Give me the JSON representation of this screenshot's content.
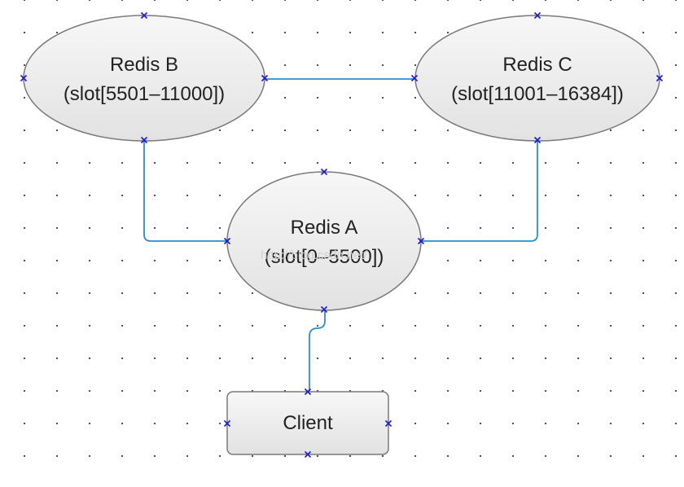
{
  "diagram": {
    "nodes": {
      "redis_b": {
        "title": "Redis B",
        "subtitle": "(slot[5501–11000])"
      },
      "redis_c": {
        "title": "Redis C",
        "subtitle": "(slot[11001–16384])"
      },
      "redis_a": {
        "title": "Redis A",
        "subtitle": "(slot[0–5500])"
      },
      "client": {
        "title": "Client"
      }
    },
    "connections": [
      {
        "from": "Redis B",
        "to": "Redis C"
      },
      {
        "from": "Redis B",
        "to": "Redis A"
      },
      {
        "from": "Redis C",
        "to": "Redis A"
      },
      {
        "from": "Redis A",
        "to": "Client"
      }
    ],
    "colors": {
      "connector": "#2a8fd0",
      "port_marker": "#1a1adf",
      "node_fill_top": "#f7f7f7",
      "node_fill_bottom": "#e2e2e2",
      "node_stroke": "#7a7a7a"
    },
    "watermark": "http://blog.csdn.net/"
  }
}
